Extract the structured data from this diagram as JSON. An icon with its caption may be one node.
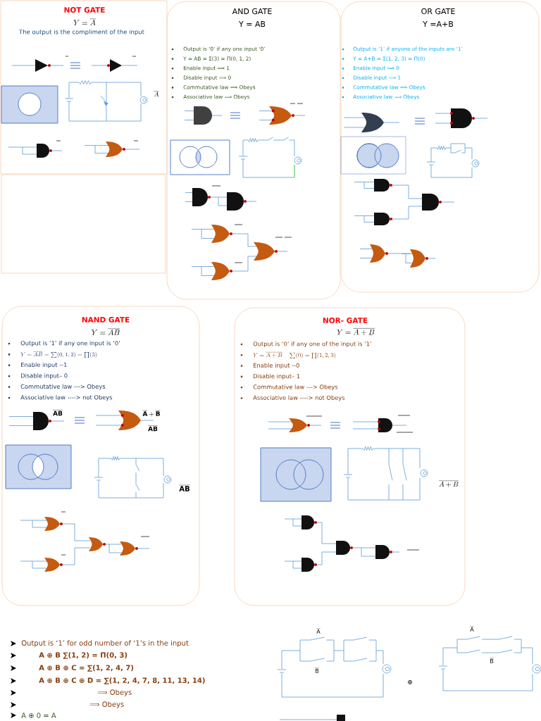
{
  "diagram": {
    "nodes": [
      {
        "text": [
          "NOT GATE",
          "Y = \\overline{A}",
          "The output is the compliment of the input"
        ]
      },
      {
        "text": [],
        "shape": "box"
      },
      {
        "text": [
          "AND GATE",
          "Y = AB",
          "Output is ‘0’ if any one input  ‘0’",
          "Y = AB = Σ(3) =  Π(0, 1, 2)",
          "Enable input ⟹ 1",
          "Disable input ⟹ 0",
          "Commutative law ⟹ Obeys",
          "Associative law ⟹ Obeys"
        ]
      },
      {
        "text": [
          "OR GATE",
          "Y =A+B",
          "Output is ‘1’ if anyone of the inputs are ‘1’",
          "Y = A+B = Σ(1, 2, 3) =  Π(0)",
          "Enable input ⟹ 0",
          "Disable input ⟹ 1",
          "Commutative law ⟹ Obeys",
          "Associative law ⟹ Obeys"
        ]
      },
      {
        "text": [
          "NAND GATE",
          "Y = \\overline{AB}",
          "Output is ‘1’ if any one input  is ‘0’",
          "Y = \\overline{AB} = \\sum(0, 1, 2) = \\prod(3)",
          "Enable input --1",
          "Disable input– 0",
          "Commutative law ---> Obeys",
          "Associative law ----> not  Obeys"
        ]
      },
      {
        "text": [
          "NOR- GATE",
          "Y = \\overline{A + B}",
          "Output is ‘0’ if any one of the  input is ‘1’",
          "Y = \\overline{A + B} \\quad \\sum(0) = \\prod(1, 2, 3)",
          "Enable input --0",
          "Disable input– 1",
          "Commutative law ---> Obeys",
          "Associative law ----> not Obeys"
        ]
      }
    ],
    "labels": [
      "\\overline{A}",
      "\\overline{\\mathbf{AB}}",
      "\\overline{\\mathbf{A}} + \\overline{\\mathbf{B}}",
      "\\overline{\\mathbf{AB}}",
      "\\overline{\\mathbf{AB}}",
      "\\overline{A + B}",
      "Output is ‘1’ for odd number of ‘1’s in the input",
      "A ⊕ B    ∑(1, 2) =  Π(0, 3)",
      "A ⊕ B ⊕ C = ∑(1, 2, 4, 7)",
      "A ⊕  B ⊕ C ⊕ D = ∑(1, 2, 4, 7, 8, 11, 13, 14)",
      "⟹ Obeys",
      "⟹ Obeys",
      "A ⊕ 0 = A",
      "\\overline{\\mathrm{A}}",
      "\\overline{\\mathrm{B}}",
      "⊕",
      "\\overline{\\mathrm{A}}",
      "\\overline{\\mathrm{B}}"
    ]
  }
}
